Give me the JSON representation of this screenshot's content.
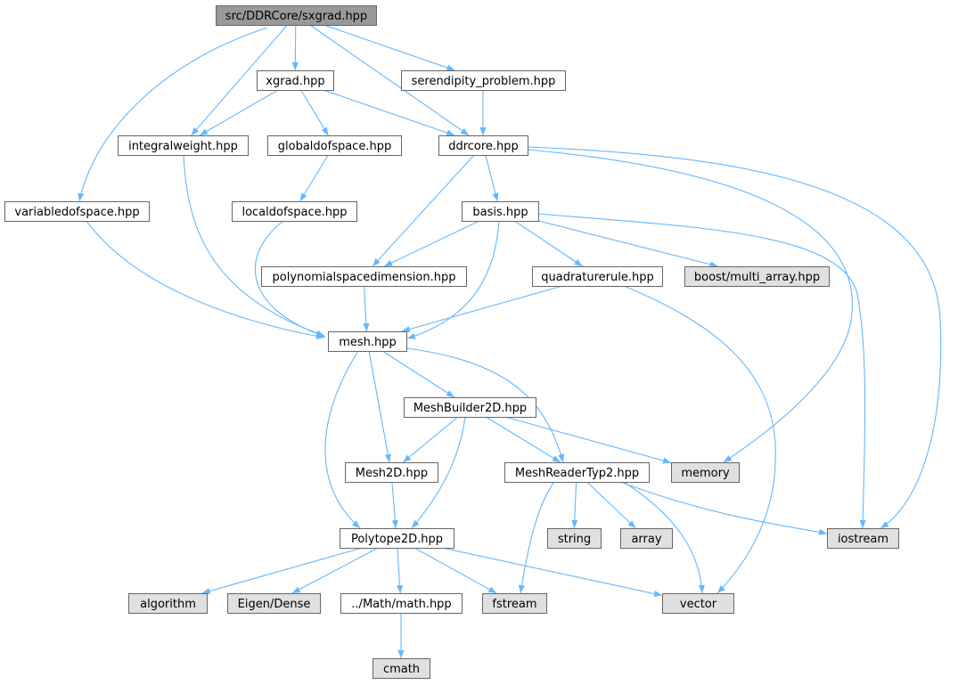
{
  "colors": {
    "root_fill": "#999999",
    "local_fill": "#ffffff",
    "system_fill": "#e0e0e0",
    "border": "#666666",
    "edge": "#63b8ff"
  },
  "nodes": [
    {
      "id": "sxgrad",
      "label": "src/DDRCore/sxgrad.hpp",
      "kind": "root"
    },
    {
      "id": "xgrad",
      "label": "xgrad.hpp",
      "kind": "local"
    },
    {
      "id": "serendipity",
      "label": "serendipity_problem.hpp",
      "kind": "local"
    },
    {
      "id": "integralweight",
      "label": "integralweight.hpp",
      "kind": "local"
    },
    {
      "id": "globaldofspace",
      "label": "globaldofspace.hpp",
      "kind": "local"
    },
    {
      "id": "ddrcore",
      "label": "ddrcore.hpp",
      "kind": "local"
    },
    {
      "id": "variabledofspace",
      "label": "variabledofspace.hpp",
      "kind": "local"
    },
    {
      "id": "localdofspace",
      "label": "localdofspace.hpp",
      "kind": "local"
    },
    {
      "id": "basis",
      "label": "basis.hpp",
      "kind": "local"
    },
    {
      "id": "polyspacedim",
      "label": "polynomialspacedimension.hpp",
      "kind": "local"
    },
    {
      "id": "quadrule",
      "label": "quadraturerule.hpp",
      "kind": "local"
    },
    {
      "id": "multiarray",
      "label": "boost/multi_array.hpp",
      "kind": "system"
    },
    {
      "id": "mesh",
      "label": "mesh.hpp",
      "kind": "local"
    },
    {
      "id": "meshbuilder",
      "label": "MeshBuilder2D.hpp",
      "kind": "local"
    },
    {
      "id": "mesh2d",
      "label": "Mesh2D.hpp",
      "kind": "local"
    },
    {
      "id": "meshreader",
      "label": "MeshReaderTyp2.hpp",
      "kind": "local"
    },
    {
      "id": "memory",
      "label": "memory",
      "kind": "system"
    },
    {
      "id": "polytope",
      "label": "Polytope2D.hpp",
      "kind": "local"
    },
    {
      "id": "string",
      "label": "string",
      "kind": "system"
    },
    {
      "id": "array",
      "label": "array",
      "kind": "system"
    },
    {
      "id": "iostream",
      "label": "iostream",
      "kind": "system"
    },
    {
      "id": "algorithm",
      "label": "algorithm",
      "kind": "system"
    },
    {
      "id": "eigendense",
      "label": "Eigen/Dense",
      "kind": "system"
    },
    {
      "id": "mathhpp",
      "label": "../Math/math.hpp",
      "kind": "local"
    },
    {
      "id": "fstream",
      "label": "fstream",
      "kind": "system"
    },
    {
      "id": "vector",
      "label": "vector",
      "kind": "system"
    },
    {
      "id": "cmath",
      "label": "cmath",
      "kind": "system"
    }
  ],
  "edges": [
    [
      "sxgrad",
      "xgrad"
    ],
    [
      "sxgrad",
      "serendipity"
    ],
    [
      "sxgrad",
      "integralweight"
    ],
    [
      "sxgrad",
      "ddrcore"
    ],
    [
      "sxgrad",
      "variabledofspace"
    ],
    [
      "xgrad",
      "integralweight"
    ],
    [
      "xgrad",
      "globaldofspace"
    ],
    [
      "xgrad",
      "ddrcore"
    ],
    [
      "serendipity",
      "ddrcore"
    ],
    [
      "integralweight",
      "mesh"
    ],
    [
      "globaldofspace",
      "localdofspace"
    ],
    [
      "ddrcore",
      "basis"
    ],
    [
      "ddrcore",
      "polyspacedim"
    ],
    [
      "ddrcore",
      "memory"
    ],
    [
      "ddrcore",
      "iostream"
    ],
    [
      "variabledofspace",
      "mesh"
    ],
    [
      "localdofspace",
      "mesh"
    ],
    [
      "basis",
      "polyspacedim"
    ],
    [
      "basis",
      "quadrule"
    ],
    [
      "basis",
      "multiarray"
    ],
    [
      "basis",
      "mesh"
    ],
    [
      "basis",
      "iostream"
    ],
    [
      "polyspacedim",
      "mesh"
    ],
    [
      "quadrule",
      "mesh"
    ],
    [
      "quadrule",
      "vector"
    ],
    [
      "mesh",
      "meshbuilder"
    ],
    [
      "mesh",
      "mesh2d"
    ],
    [
      "mesh",
      "meshreader"
    ],
    [
      "mesh",
      "polytope"
    ],
    [
      "meshbuilder",
      "mesh2d"
    ],
    [
      "meshbuilder",
      "meshreader"
    ],
    [
      "meshbuilder",
      "memory"
    ],
    [
      "meshbuilder",
      "polytope"
    ],
    [
      "mesh2d",
      "polytope"
    ],
    [
      "meshreader",
      "string"
    ],
    [
      "meshreader",
      "array"
    ],
    [
      "meshreader",
      "iostream"
    ],
    [
      "meshreader",
      "fstream"
    ],
    [
      "meshreader",
      "vector"
    ],
    [
      "polytope",
      "algorithm"
    ],
    [
      "polytope",
      "eigendense"
    ],
    [
      "polytope",
      "mathhpp"
    ],
    [
      "polytope",
      "fstream"
    ],
    [
      "polytope",
      "vector"
    ],
    [
      "mathhpp",
      "cmath"
    ]
  ]
}
